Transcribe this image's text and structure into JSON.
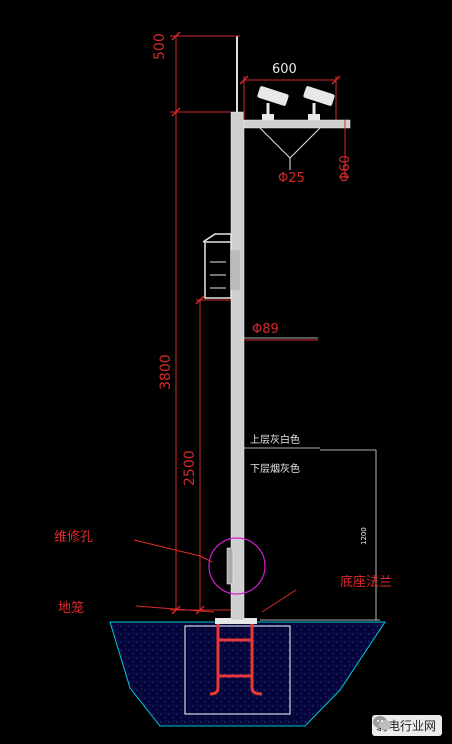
{
  "dimensions": {
    "d500": "500",
    "d600": "600",
    "d25": "Φ25",
    "d60": "Φ60",
    "d89": "Φ89",
    "d3800": "3800",
    "d2500": "2500",
    "d1200": "1200"
  },
  "labels": {
    "upper": "上层灰白色",
    "lower": "下层烟灰色",
    "hole": "维修孔",
    "cage": "地笼",
    "flange": "底座法兰"
  },
  "watermark": "弱电行业网",
  "colors": {
    "dim_red": "#d42a2a",
    "label_red": "#e0282a",
    "pole": "#d9d9d9",
    "cyan": "#00c8d8",
    "magenta": "#d020d0",
    "white": "#ffffff",
    "blue_fill": "#0a0a55"
  }
}
